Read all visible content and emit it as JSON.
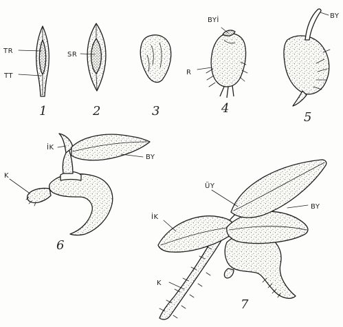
{
  "colors": {
    "ink": "#1e1e1e",
    "paper": "#fdfdfb",
    "stipple": "#3a3a3a"
  },
  "figures": [
    {
      "number": "1",
      "labels": {
        "tr": "TR",
        "tt": "TT"
      }
    },
    {
      "number": "2",
      "labels": {
        "sr": "SR"
      }
    },
    {
      "number": "3",
      "labels": {}
    },
    {
      "number": "4",
      "labels": {
        "byi": "BYİ",
        "r": "R"
      }
    },
    {
      "number": "5",
      "labels": {
        "by": "BY"
      }
    },
    {
      "number": "6",
      "labels": {
        "ik": "İK",
        "by": "BY",
        "k": "K"
      }
    },
    {
      "number": "7",
      "labels": {
        "uy": "ÜY",
        "ir": "İK",
        "by": "BY",
        "k": "K"
      }
    }
  ]
}
